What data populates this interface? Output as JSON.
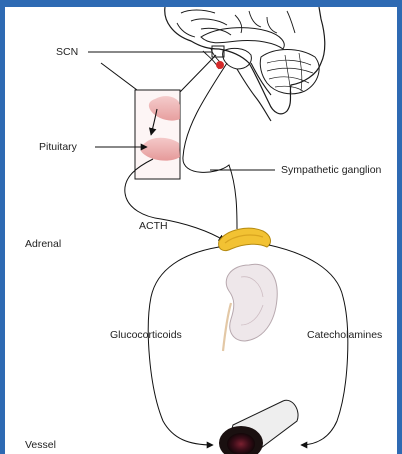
{
  "labels": {
    "scn": "SCN",
    "pituitary": "Pituitary",
    "sympathetic_ganglion": "Sympathetic ganglion",
    "acth": "ACTH",
    "adrenal": "Adrenal",
    "glucocorticoids": "Glucocorticoids",
    "catecholamines": "Catecholamines",
    "vessel": "Vessel"
  },
  "colors": {
    "frame": "#2e6ab3",
    "brain_outline": "#1a1a1a",
    "scn_highlight": "#d42a2a",
    "pituitary_fill": "#e8a0a0",
    "adrenal_fill": "#f2c233",
    "kidney_fill": "#eee7ea",
    "vessel_dark": "#1a1010"
  }
}
